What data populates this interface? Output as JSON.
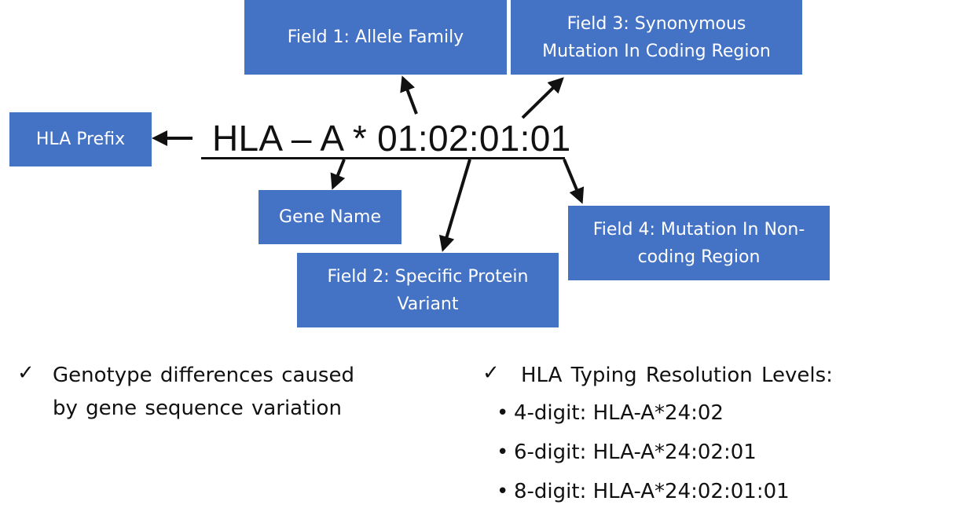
{
  "allele": "HLA – A * 01:02:01:01",
  "boxes": {
    "prefix": "HLA Prefix",
    "field1": "Field 1: Allele Family",
    "field3": "Field 3: Synonymous\nMutation In Coding Region",
    "gene": "Gene Name",
    "field4": "Field 4: Mutation In Non-\ncoding Region",
    "field2": "Field 2: Specific Protein\nVariant"
  },
  "bullets": {
    "check_mark": "✓",
    "left_text": "Genotype differences caused by gene sequence variation",
    "right_heading": "HLA Typing Resolution Levels:",
    "dot": "•",
    "levels": [
      "4-digit: HLA-A*24:02",
      "6-digit: HLA-A*24:02:01",
      "8-digit: HLA-A*24:02:01:01"
    ]
  },
  "colors": {
    "box_fill": "#4472c4",
    "box_text": "#ffffff",
    "text": "#111111"
  }
}
